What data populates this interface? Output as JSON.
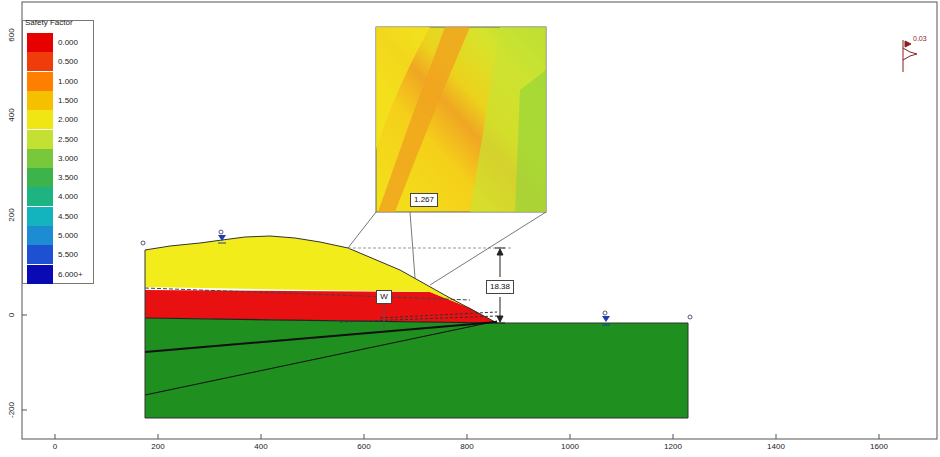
{
  "diagram": {
    "nodes": [
      {
        "text": [
          "1.267"
        ]
      },
      {
        "text": [
          "18.38"
        ]
      },
      {
        "text": [
          "W"
        ]
      }
    ],
    "labels": [
      "Safety Factor",
      "0.03",
      "0",
      "200",
      "400",
      "600",
      "800",
      "1000",
      "1200",
      "1400",
      "1600",
      "600",
      "400",
      "200",
      "0",
      "-200"
    ],
    "legend": [
      {
        "text": "0.000",
        "color": "#e60000"
      },
      {
        "text": "0.500",
        "color": "#f03c0a"
      },
      {
        "text": "1.000",
        "color": "#ff7f00"
      },
      {
        "text": "1.500",
        "color": "#f5c000"
      },
      {
        "text": "2.000",
        "color": "#f0e614"
      },
      {
        "text": "2.500",
        "color": "#c3e132"
      },
      {
        "text": "3.000",
        "color": "#78c83c"
      },
      {
        "text": "3.500",
        "color": "#3cb44b"
      },
      {
        "text": "4.000",
        "color": "#1eb482"
      },
      {
        "text": "4.500",
        "color": "#14b4be"
      },
      {
        "text": "5.000",
        "color": "#1e8cd2"
      },
      {
        "text": "5.500",
        "color": "#1e50d2"
      },
      {
        "text": "6.000+",
        "color": "#0a0ab4"
      }
    ]
  }
}
